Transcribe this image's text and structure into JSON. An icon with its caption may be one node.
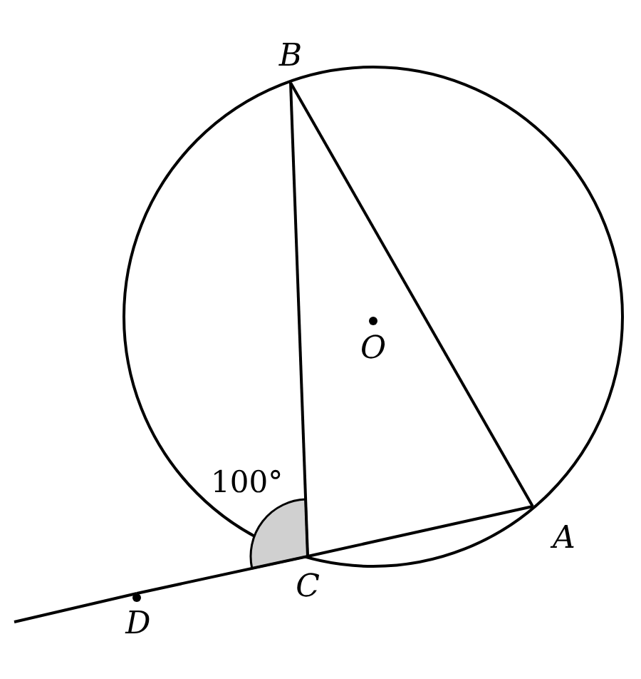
{
  "diagram": {
    "nodes": [
      {
        "text": [
          "B"
        ]
      },
      {
        "text": [
          "O"
        ]
      },
      {
        "text": [
          "C"
        ]
      },
      {
        "text": [
          "A"
        ]
      },
      {
        "text": [
          "D"
        ]
      }
    ],
    "edges": [
      {
        "from": 0,
        "to": 2,
        "arrow": "none"
      },
      {
        "from": 0,
        "to": 3,
        "arrow": "none"
      },
      {
        "from": 2,
        "to": 3,
        "arrow": "none"
      },
      {
        "from": 4,
        "to": 2,
        "arrow": "none"
      },
      {
        "from": null,
        "to": 4,
        "arrow": "none"
      }
    ],
    "labels": [
      "100°"
    ]
  }
}
